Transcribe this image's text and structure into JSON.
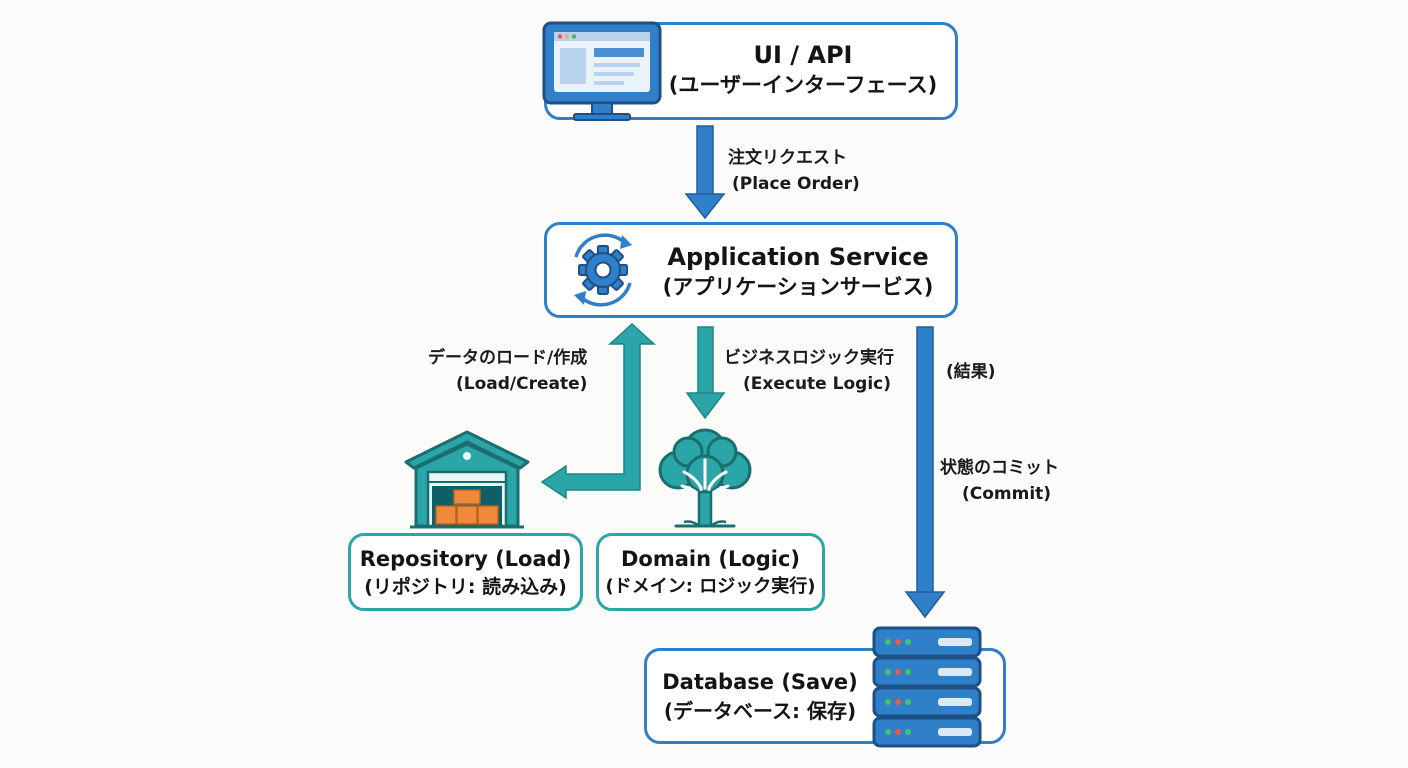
{
  "nodes": {
    "ui": {
      "title": "UI / API",
      "subtitle": "(ユーザーインターフェース)"
    },
    "app": {
      "title": "Application Service",
      "subtitle": "(アプリケーションサービス)"
    },
    "repo": {
      "title": "Repository (Load)",
      "subtitle": "(リポジトリ: 読み込み)"
    },
    "domain": {
      "title": "Domain (Logic)",
      "subtitle": "(ドメイン: ロジック実行)"
    },
    "db": {
      "title": "Database (Save)",
      "subtitle": "(データベース: 保存)"
    }
  },
  "edges": {
    "place_order": {
      "jp": "注文リクエスト",
      "en": "(Place Order)"
    },
    "load_create": {
      "jp": "データのロード/作成",
      "en": "(Load/Create)"
    },
    "execute_logic": {
      "jp": "ビジネスロジック実行",
      "en": "(Execute Logic)"
    },
    "result": {
      "jp": "(結果)"
    },
    "commit": {
      "jp": "状態のコミット",
      "en": "(Commit)"
    }
  },
  "colors": {
    "blue": "#2f7fc9",
    "teal": "#2aa5a8",
    "orange": "#ee8a3a"
  },
  "icons": [
    "monitor-icon",
    "gear-icon",
    "warehouse-icon",
    "tree-icon",
    "server-icon"
  ]
}
